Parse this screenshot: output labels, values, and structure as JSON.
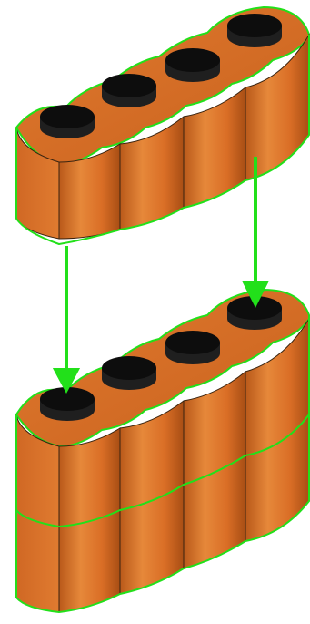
{
  "scene": {
    "description_free": true,
    "bricks": [
      {
        "role": "top-brick",
        "studs": 4,
        "rows": 1
      },
      {
        "role": "bottom-stack",
        "studs": 4,
        "rows": 2
      }
    ],
    "arrows": [
      {
        "role": "placement-arrow-left"
      },
      {
        "role": "placement-arrow-right"
      }
    ]
  },
  "colors": {
    "brick_face": "#d86a22",
    "brick_face_light": "#e88a3c",
    "brick_face_dark": "#a84e14",
    "stud_black": "#0d0d0d",
    "stud_side": "#1f1f1f",
    "highlight_green": "#22e01a",
    "outline": "#3a2410"
  }
}
